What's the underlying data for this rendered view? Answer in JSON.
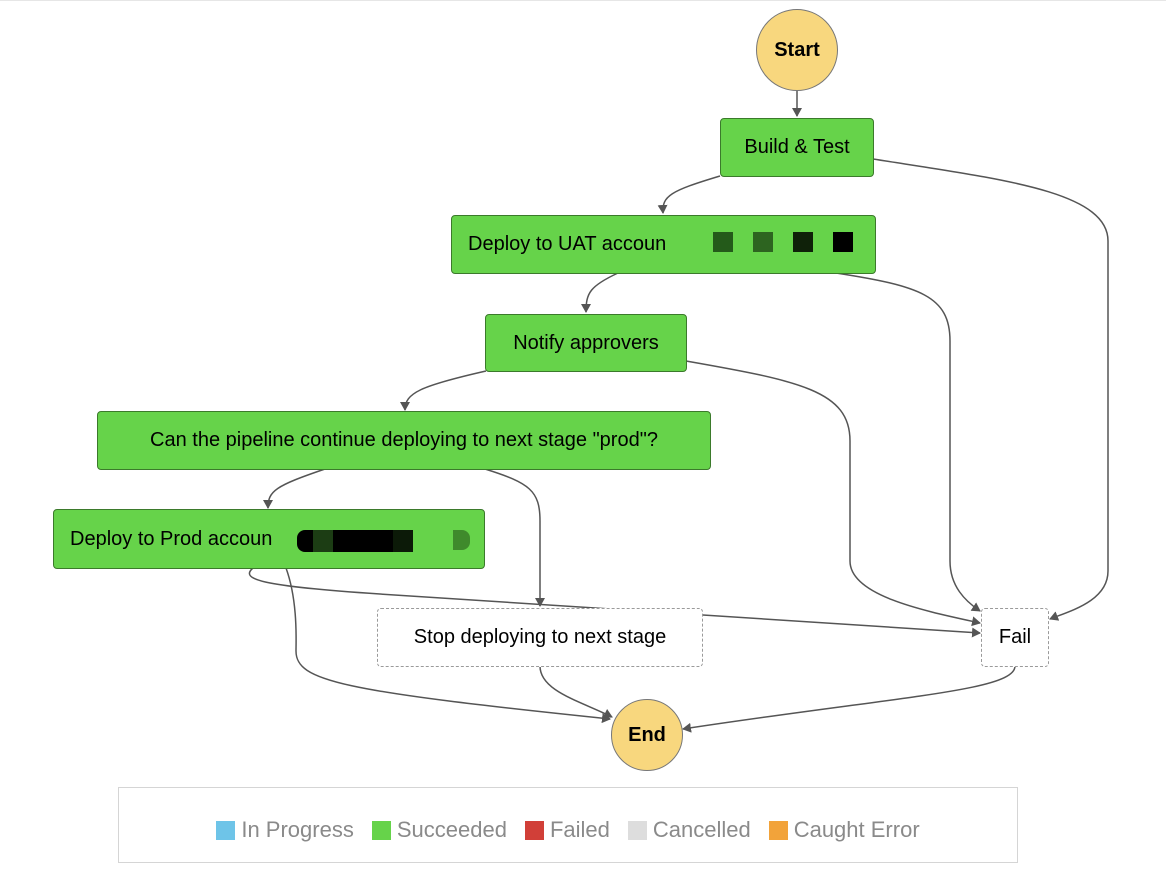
{
  "diagram": {
    "nodes": {
      "start": "Start",
      "build": "Build & Test",
      "deploy_uat": "Deploy to UAT accoun",
      "notify": "Notify approvers",
      "choice": "Can the pipeline continue deploying to next stage \"prod\"?",
      "deploy_prod": "Deploy to Prod accoun",
      "stop": "Stop deploying to next stage",
      "fail": "Fail",
      "end": "End"
    }
  },
  "legend": {
    "items": [
      {
        "label": "In Progress",
        "color": "#6ec4e8"
      },
      {
        "label": "Succeeded",
        "color": "#66d34a"
      },
      {
        "label": "Failed",
        "color": "#d13f38"
      },
      {
        "label": "Cancelled",
        "color": "#dddddd"
      },
      {
        "label": "Caught Error",
        "color": "#f2a33a"
      }
    ]
  }
}
